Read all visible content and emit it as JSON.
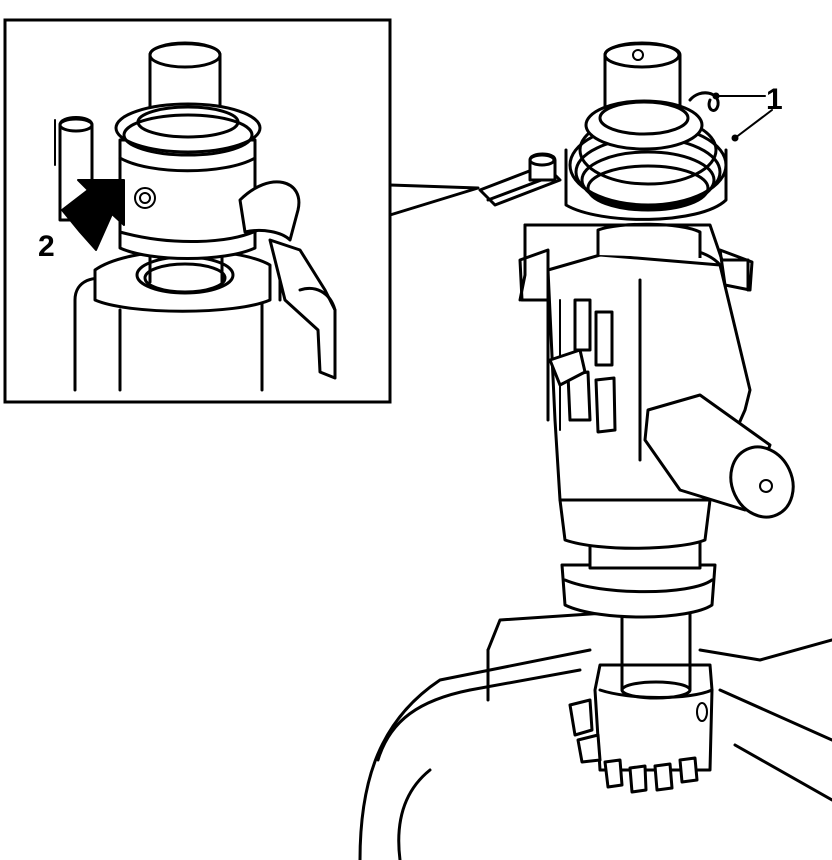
{
  "figure": {
    "callouts": [
      {
        "id": "callout-1",
        "label": "1"
      },
      {
        "id": "callout-2",
        "label": "2"
      }
    ],
    "colors": {
      "ink": "#000000",
      "paper": "#ffffff"
    },
    "icons": [
      "arrow-icon"
    ]
  }
}
